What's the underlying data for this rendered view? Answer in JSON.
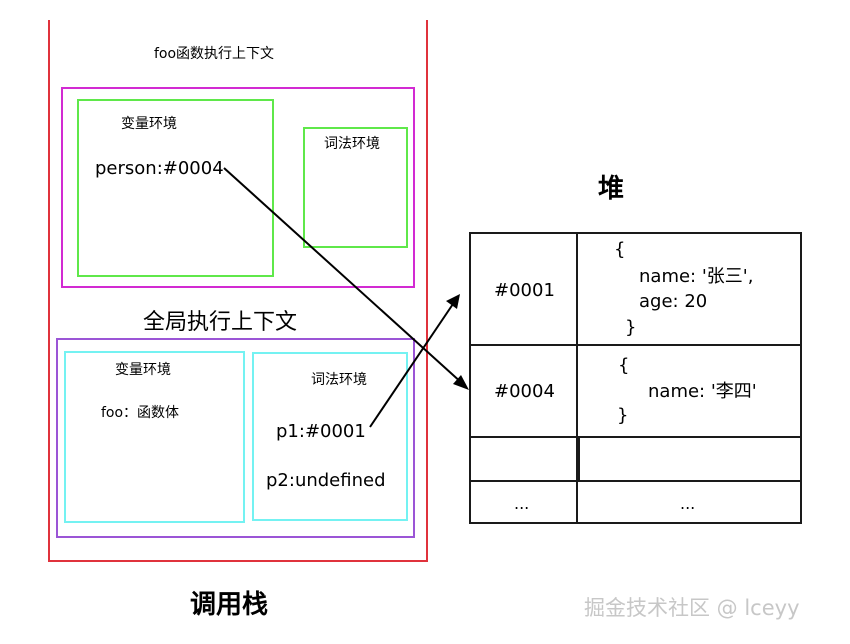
{
  "call_stack": {
    "title": "调用栈",
    "foo_context": {
      "title": "foo函数执行上下文",
      "variable_env": {
        "label": "变量环境",
        "entry": "person:#0004"
      },
      "lexical_env": {
        "label": "词法环境"
      }
    },
    "global_context": {
      "title": "全局执行上下文",
      "variable_env": {
        "label": "变量环境",
        "entry": "foo：函数体"
      },
      "lexical_env": {
        "label": "词法环境",
        "entry_p1": "p1:#0001",
        "entry_p2": "p2:undefined"
      }
    }
  },
  "heap": {
    "title": "堆",
    "rows": [
      {
        "address": "#0001",
        "open": "{",
        "line1": "name: '张三',",
        "line2": "age: 20",
        "close": "}"
      },
      {
        "address": "#0004",
        "open": "{",
        "line1": "name: '李四'",
        "close": "}"
      },
      {
        "address": "",
        "value": ""
      },
      {
        "address": "...",
        "value": "..."
      }
    ]
  },
  "watermark": "掘金技术社区 @ lceyy",
  "colors": {
    "call_stack_border": "#e0323c",
    "foo_context_border": "#d22ad2",
    "env_green": "#5fe84a",
    "global_context_border": "#9b55d6",
    "env_cyan": "#74f2f2"
  }
}
